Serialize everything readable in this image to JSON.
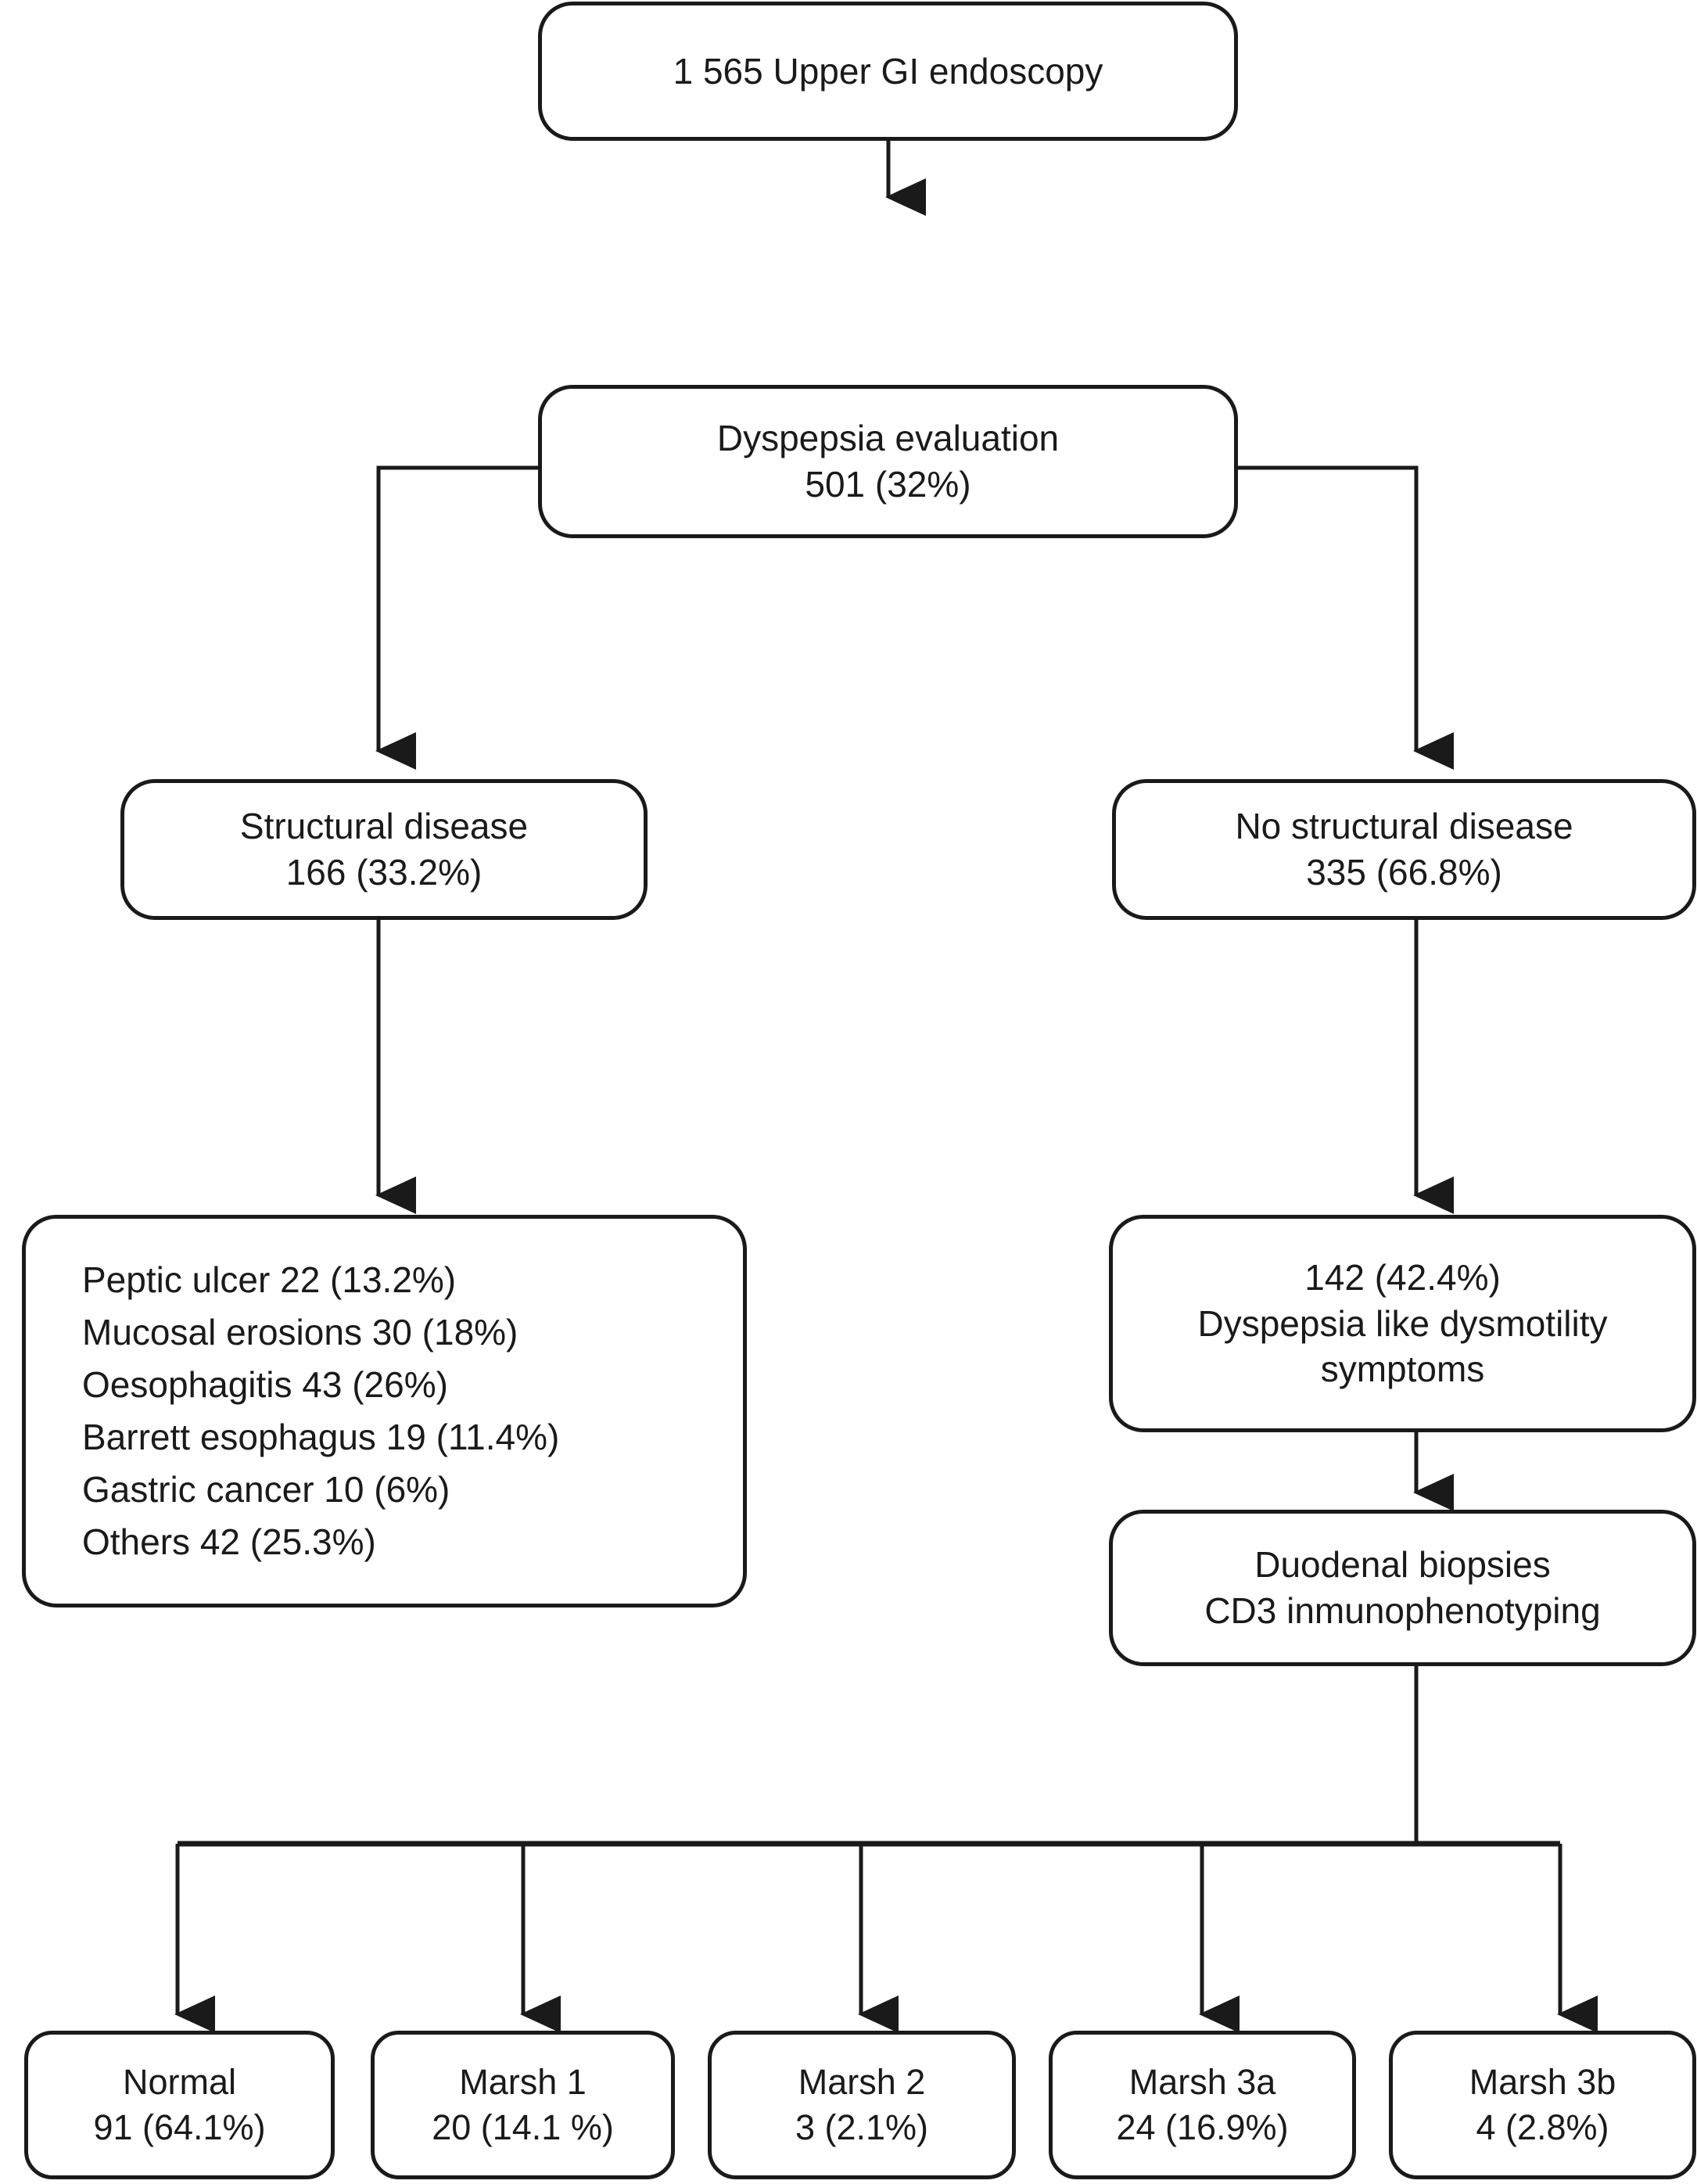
{
  "diagram": {
    "title": "Upper GI endoscopy dyspepsia evaluation flowchart",
    "line_color": "#1a1a1a",
    "background": "#ffffff"
  },
  "nodes": {
    "endoscopy": {
      "name": "upper-gi-endoscopy",
      "lines": [
        "1 565 Upper GI endoscopy"
      ]
    },
    "dyspepsia_evaluation": {
      "name": "dyspepsia-evaluation",
      "lines": [
        "Dyspepsia evaluation",
        "501 (32%)"
      ]
    },
    "structural_disease": {
      "name": "structural-disease",
      "lines": [
        "Structural disease",
        "166 (33.2%)"
      ]
    },
    "no_structural_disease": {
      "name": "no-structural-disease",
      "lines": [
        "No structural disease",
        "335 (66.8%)"
      ]
    },
    "structural_breakdown": {
      "name": "structural-disease-breakdown",
      "lines": [
        "Peptic ulcer 22 (13.2%)",
        "Mucosal erosions 30 (18%)",
        "Oesophagitis 43 (26%)",
        "Barrett esophagus 19 (11.4%)",
        "Gastric cancer 10 (6%)",
        "Others 42 (25.3%)"
      ]
    },
    "dysmotility": {
      "name": "dyspepsia-like-dysmotility",
      "lines": [
        "142 (42.4%)",
        "Dyspepsia like dysmotility",
        "symptoms"
      ]
    },
    "duodenal_biopsies": {
      "name": "duodenal-biopsies",
      "lines": [
        "Duodenal biopsies",
        "CD3 inmunophenotyping"
      ]
    }
  },
  "outcomes": [
    {
      "name": "marsh-normal",
      "lines": [
        "Normal",
        "91 (64.1%)"
      ]
    },
    {
      "name": "marsh-1",
      "lines": [
        "Marsh 1",
        "20 (14.1 %)"
      ]
    },
    {
      "name": "marsh-2",
      "lines": [
        "Marsh 2",
        "3 (2.1%)"
      ]
    },
    {
      "name": "marsh-3a",
      "lines": [
        "Marsh 3a",
        "24 (16.9%)"
      ]
    },
    {
      "name": "marsh-3b",
      "lines": [
        "Marsh 3b",
        "4 (2.8%)"
      ]
    }
  ],
  "chart_data": {
    "type": "table",
    "title": "Upper GI endoscopy dyspepsia evaluation flow",
    "total_endoscopies": 1565,
    "dyspepsia_evaluation": {
      "n": 501,
      "pct": 32
    },
    "structural_disease": {
      "n": 166,
      "pct": 33.2
    },
    "no_structural_disease": {
      "n": 335,
      "pct": 66.8
    },
    "structural_findings": [
      {
        "label": "Peptic ulcer",
        "n": 22,
        "pct": 13.2
      },
      {
        "label": "Mucosal erosions",
        "n": 30,
        "pct": 18
      },
      {
        "label": "Oesophagitis",
        "n": 43,
        "pct": 26
      },
      {
        "label": "Barrett esophagus",
        "n": 19,
        "pct": 11.4
      },
      {
        "label": "Gastric cancer",
        "n": 10,
        "pct": 6
      },
      {
        "label": "Others",
        "n": 42,
        "pct": 25.3
      }
    ],
    "dysmotility_symptoms": {
      "n": 142,
      "pct": 42.4
    },
    "marsh_classification": [
      {
        "label": "Normal",
        "n": 91,
        "pct": 64.1
      },
      {
        "label": "Marsh 1",
        "n": 20,
        "pct": 14.1
      },
      {
        "label": "Marsh 2",
        "n": 3,
        "pct": 2.1
      },
      {
        "label": "Marsh 3a",
        "n": 24,
        "pct": 16.9
      },
      {
        "label": "Marsh 3b",
        "n": 4,
        "pct": 2.8
      }
    ]
  }
}
